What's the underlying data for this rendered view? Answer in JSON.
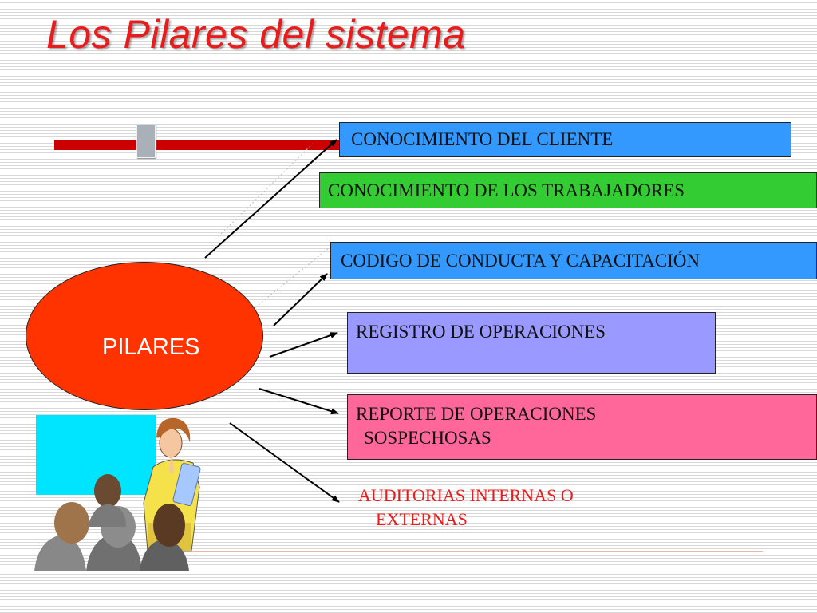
{
  "title": "Los Pilares del sistema",
  "center": {
    "label": "PILARES",
    "color": "#ff3300"
  },
  "pillars": [
    {
      "label": "CONOCIMIENTO DEL CLIENTE",
      "color": "#3399ff"
    },
    {
      "label": "CONOCIMIENTO DE LOS  TRABAJADORES",
      "color": "#33cc33"
    },
    {
      "label": "CODIGO DE CONDUCTA Y CAPACITACIÓN",
      "color": "#3399ff"
    },
    {
      "label": "REGISTRO DE OPERACIONES",
      "color": "#9999ff"
    },
    {
      "lines": [
        "REPORTE DE OPERACIONES",
        "SOSPECHOSAS"
      ],
      "color": "#ff6699"
    },
    {
      "lines": [
        "AUDITORIAS INTERNAS O",
        "EXTERNAS"
      ],
      "color": "#e81c1c"
    }
  ],
  "clipart": {
    "icon": "teacher-presentation-icon"
  }
}
